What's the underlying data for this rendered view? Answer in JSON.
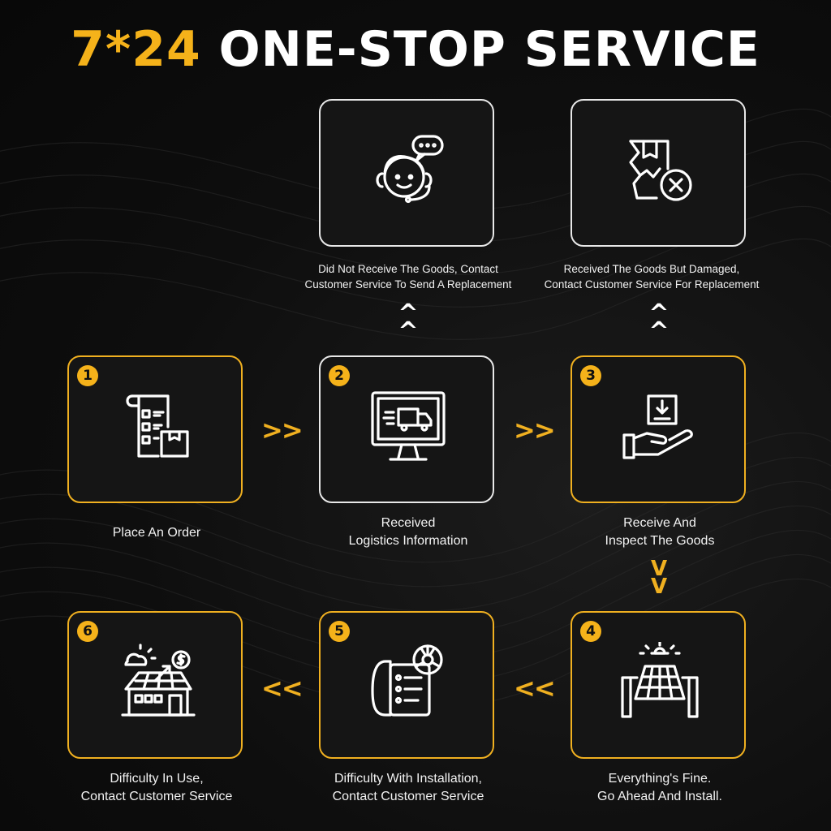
{
  "title": {
    "highlight": "7*24",
    "rest": "ONE-STOP SERVICE"
  },
  "steps": [
    {
      "number": "1",
      "line1": "Place An Order",
      "line2": "",
      "icon": "order-list-icon"
    },
    {
      "number": "2",
      "line1": "Received",
      "line2": "Logistics Information",
      "icon": "monitor-truck-icon"
    },
    {
      "number": "3",
      "line1": "Receive And",
      "line2": "Inspect The Goods",
      "icon": "hand-box-icon"
    },
    {
      "number": "4",
      "line1": "Everything's Fine.",
      "line2": "Go Ahead And Install.",
      "icon": "solar-panel-icon"
    },
    {
      "number": "5",
      "line1": "Difficulty With Installation,",
      "line2": "Contact Customer Service",
      "icon": "phone-checklist-icon"
    },
    {
      "number": "6",
      "line1": "Difficulty In Use,",
      "line2": "Contact Customer Service",
      "icon": "house-solar-icon"
    }
  ],
  "branches": [
    {
      "line1": "Did Not Receive The Goods, Contact",
      "line2": "Customer Service To Send A Replacement",
      "icon": "customer-service-icon"
    },
    {
      "line1": "Received The Goods But Damaged,",
      "line2": "Contact Customer Service For Replacement",
      "icon": "damaged-package-icon"
    }
  ],
  "arrows": {
    "right": ">>",
    "left": "<<",
    "up": "^",
    "down": "V"
  },
  "colors": {
    "accent": "#f5b21a",
    "box_border_white": "#e8e8e8",
    "background": "#0e0e0e"
  }
}
